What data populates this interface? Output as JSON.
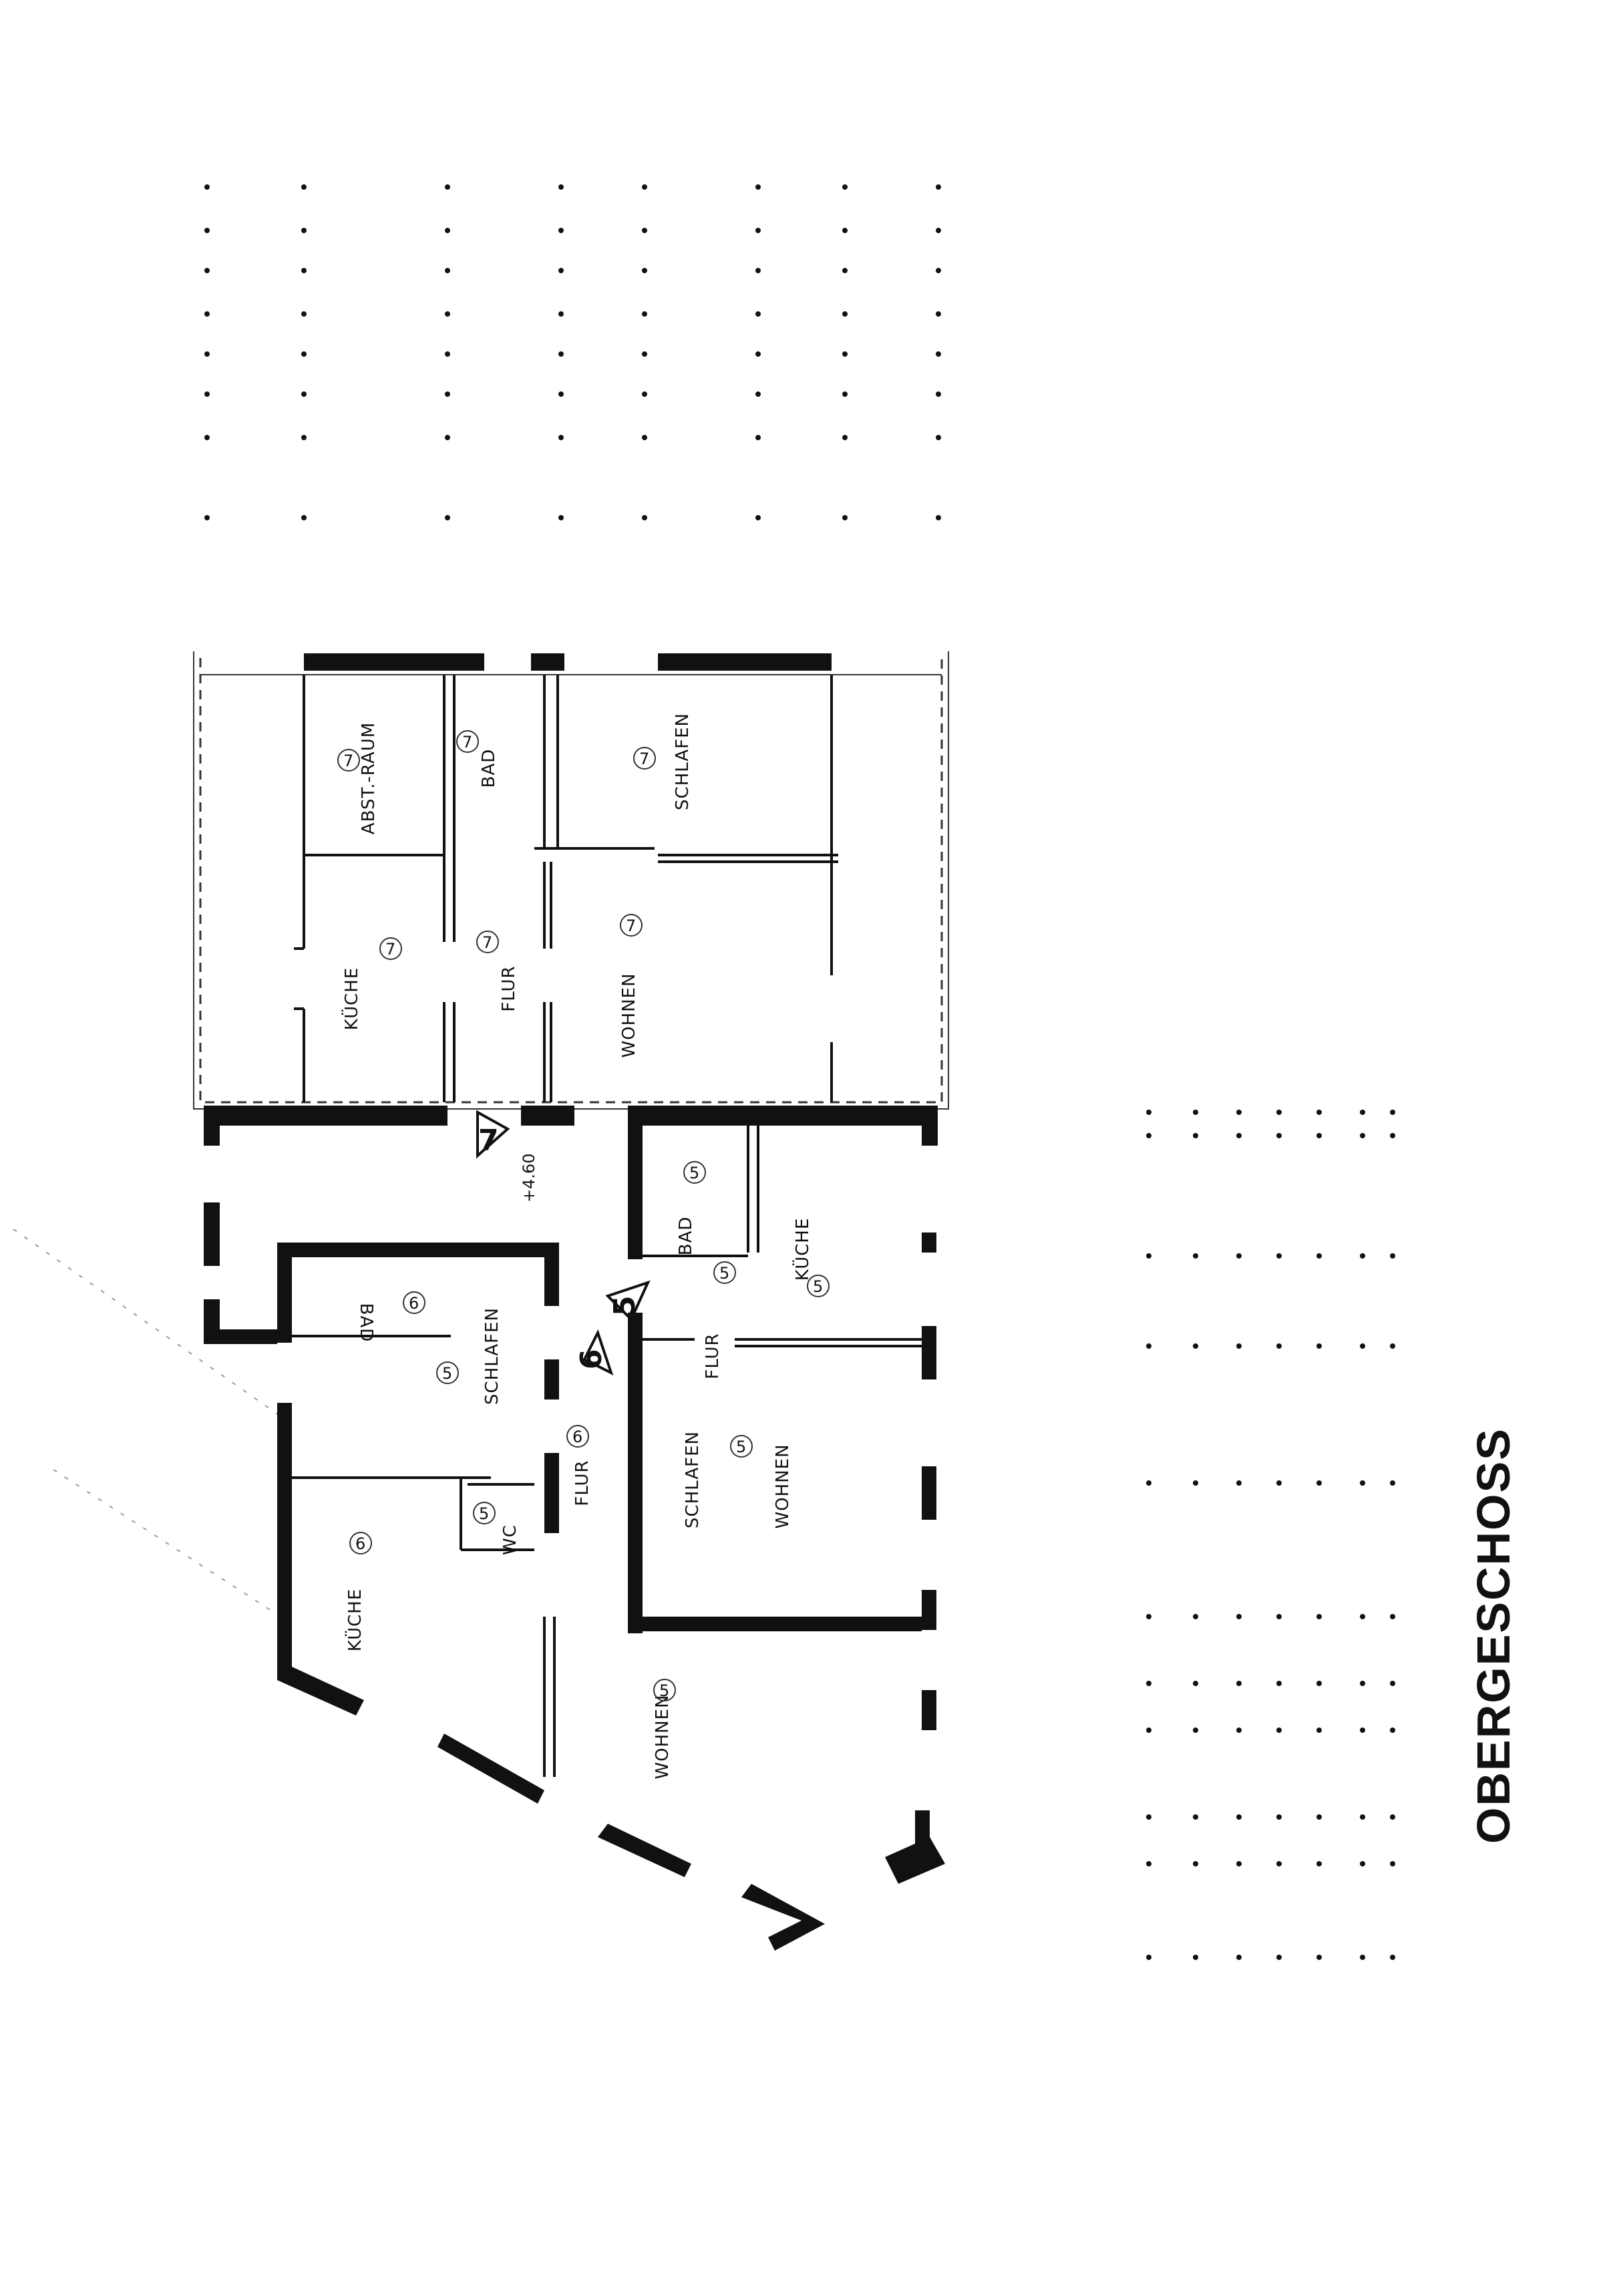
{
  "title": "OBERGESCHOSS",
  "level": "+4.60",
  "rooms": {
    "abst_raum": "ABST.-RAUM",
    "bad_7": "BAD",
    "schlafen_7": "SCHLAFEN",
    "kueche_7": "KÜCHE",
    "flur_7": "FLUR",
    "wohnen_7": "WOHNEN",
    "bad_5": "BAD",
    "kueche_5": "KÜCHE",
    "flur_5": "FLUR",
    "schlafen_5": "SCHLAFEN",
    "wohnen_5a": "WOHNEN",
    "wohnen_5b": "WOHNEN",
    "bad_6": "BAD",
    "schlafen_6": "SCHLAFEN",
    "flur_6": "FLUR",
    "wc": "WC",
    "kueche_6": "KÜCHE"
  },
  "unit_numbers": {
    "n7": "7",
    "n6": "6",
    "n5": "5"
  },
  "stair_markers": {
    "m7": "7",
    "m6": "6",
    "m5": "5"
  }
}
